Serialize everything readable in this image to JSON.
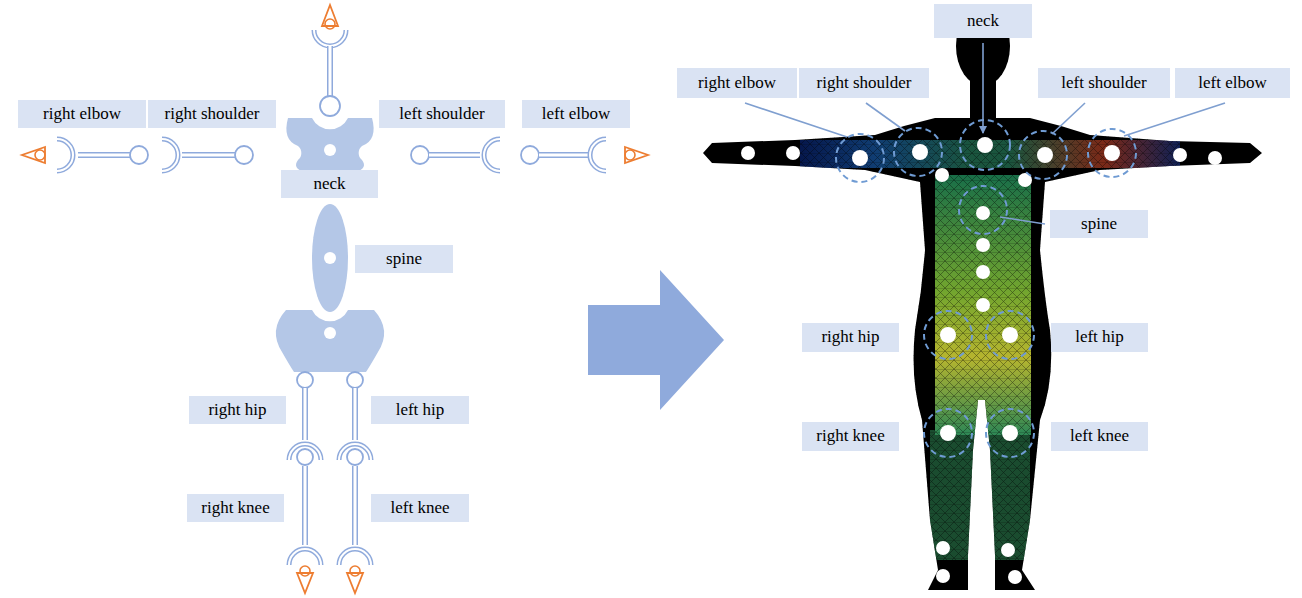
{
  "diagram": {
    "nodes": [
      {
        "text": [
          "right elbow"
        ]
      },
      {
        "text": [
          "right shoulder"
        ]
      },
      {
        "text": [
          "left shoulder"
        ]
      },
      {
        "text": [
          "left elbow"
        ]
      },
      {
        "text": [
          "neck"
        ]
      },
      {
        "text": [
          "spine"
        ]
      },
      {
        "text": [
          "right hip"
        ]
      },
      {
        "text": [
          "left hip"
        ]
      },
      {
        "text": [
          "right knee"
        ]
      },
      {
        "text": [
          "left knee"
        ]
      },
      {
        "text": [
          "neck"
        ]
      },
      {
        "text": [
          "right elbow"
        ]
      },
      {
        "text": [
          "right shoulder"
        ]
      },
      {
        "text": [
          "left shoulder"
        ]
      },
      {
        "text": [
          "left elbow"
        ]
      },
      {
        "text": [
          "spine"
        ]
      },
      {
        "text": [
          "right hip"
        ]
      },
      {
        "text": [
          "left hip"
        ]
      },
      {
        "text": [
          "right knee"
        ]
      },
      {
        "text": [
          "left knee"
        ]
      }
    ]
  }
}
